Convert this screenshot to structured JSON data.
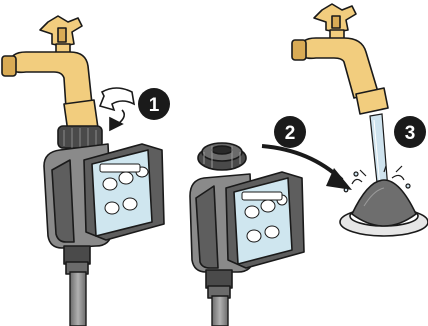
{
  "steps": [
    {
      "number": "1"
    },
    {
      "number": "2"
    },
    {
      "number": "3"
    }
  ],
  "colors": {
    "brass": "#f2cd7e",
    "brass_shade": "#d9ab55",
    "body_dark": "#5e5e5e",
    "body_mid": "#8a8a8a",
    "screen": "#cfe6ef",
    "badge": "#1a1a1a",
    "water": "#cfe3ee"
  },
  "icons": [
    "faucet-icon",
    "water-timer-icon",
    "rotate-arrow-icon",
    "curved-arrow-icon",
    "filter-washer-icon",
    "water-stream-icon"
  ]
}
